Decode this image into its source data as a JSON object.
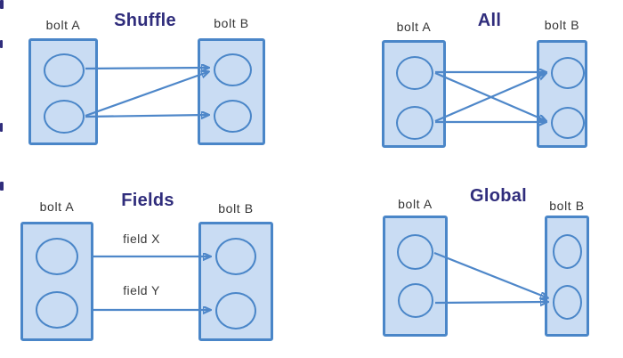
{
  "diagram": {
    "colors": {
      "box_fill": "#c9dcf3",
      "box_stroke": "#4a86c8",
      "arrow": "#4e87c9",
      "title_text": "#302d7c",
      "label_text": "#333333"
    },
    "panels": [
      {
        "title": "Shuffle",
        "left_box_label": "bolt A",
        "right_box_label": "bolt B"
      },
      {
        "title": "All",
        "left_box_label": "bolt A",
        "right_box_label": "bolt B"
      },
      {
        "title": "Fields",
        "left_box_label": "bolt A",
        "right_box_label": "bolt B",
        "edge_labels": [
          "field X",
          "field Y"
        ]
      },
      {
        "title": "Global",
        "left_box_label": "bolt A",
        "right_box_label": "bolt B"
      }
    ]
  }
}
